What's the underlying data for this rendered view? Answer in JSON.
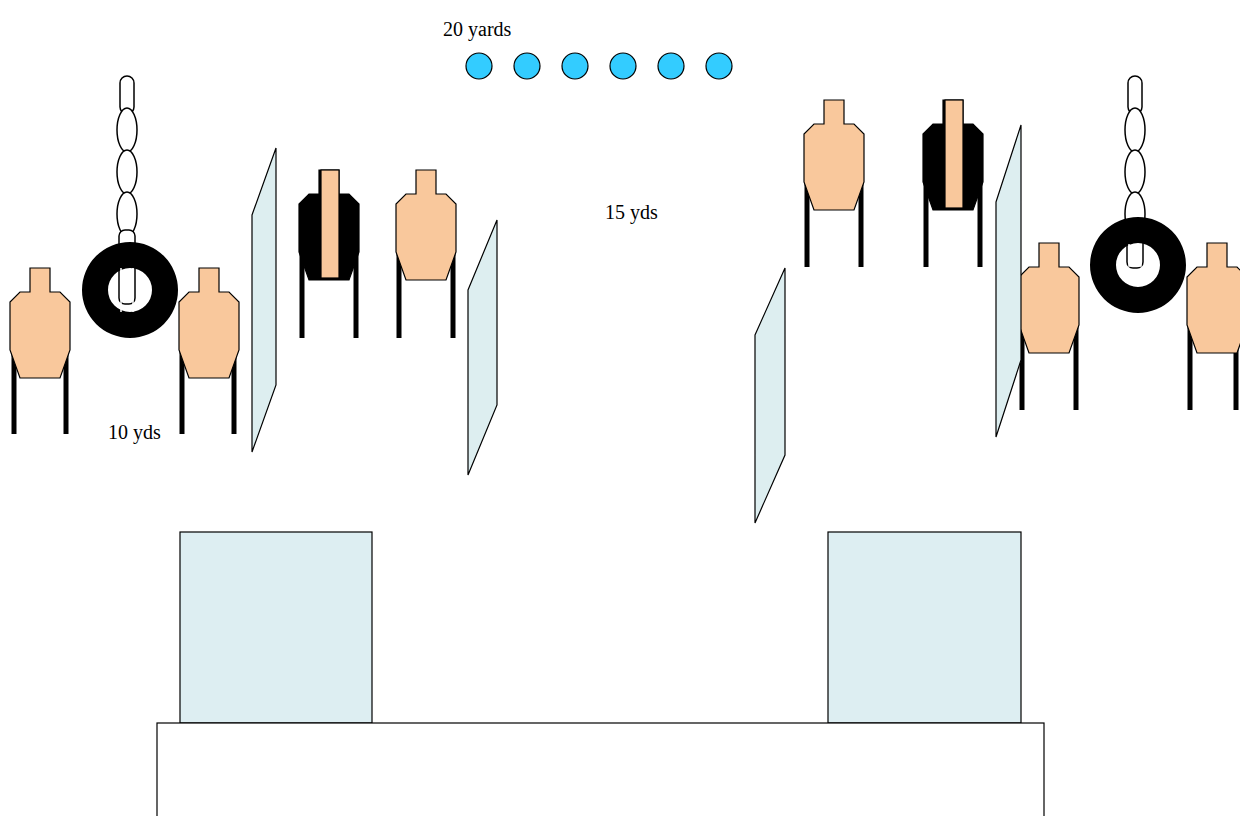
{
  "diagram": {
    "labels": [
      "20 yards",
      "15 yds",
      "10 yds"
    ]
  }
}
